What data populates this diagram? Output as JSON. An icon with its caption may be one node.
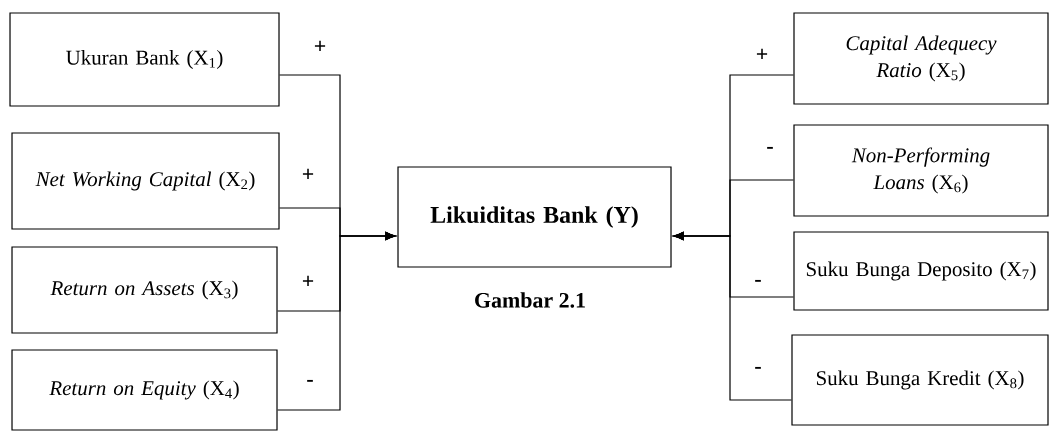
{
  "diagram": {
    "caption": "Gambar 2.1",
    "nodes": [
      {
        "text": [
          "Ukuran Bank (X$_{1}$)"
        ]
      },
      {
        "text": [
          "*Net Working Capital* (X$_{2}$)"
        ]
      },
      {
        "text": [
          "*Return on Assets* (X$_{3}$)"
        ]
      },
      {
        "text": [
          "*Return on Equity* (X$_{4}$)"
        ]
      },
      {
        "text": [
          "Likuiditas Bank (Y)"
        ]
      },
      {
        "text": [
          "*Capital Adequecy Ratio* (X$_{5}$)"
        ]
      },
      {
        "text": [
          "*Non-Performing Loans* (X$_{6}$)"
        ]
      },
      {
        "text": [
          "Suku Bunga Deposito (X$_{7}$)"
        ]
      },
      {
        "text": [
          "Suku Bunga Kredit (X$_{8}$)"
        ]
      }
    ],
    "edges": [
      {
        "from": 0,
        "to": 4,
        "arrow": "to",
        "label": "+"
      },
      {
        "from": 1,
        "to": 4,
        "arrow": "to",
        "label": "+"
      },
      {
        "from": 2,
        "to": 4,
        "arrow": "to",
        "label": "+"
      },
      {
        "from": 3,
        "to": 4,
        "arrow": "to",
        "label": "-"
      },
      {
        "from": 5,
        "to": 4,
        "arrow": "to",
        "label": "+"
      },
      {
        "from": 6,
        "to": 4,
        "arrow": "to",
        "label": "-"
      },
      {
        "from": 7,
        "to": 4,
        "arrow": "to",
        "label": "-"
      },
      {
        "from": 8,
        "to": 4,
        "arrow": "to",
        "label": "-"
      }
    ]
  }
}
